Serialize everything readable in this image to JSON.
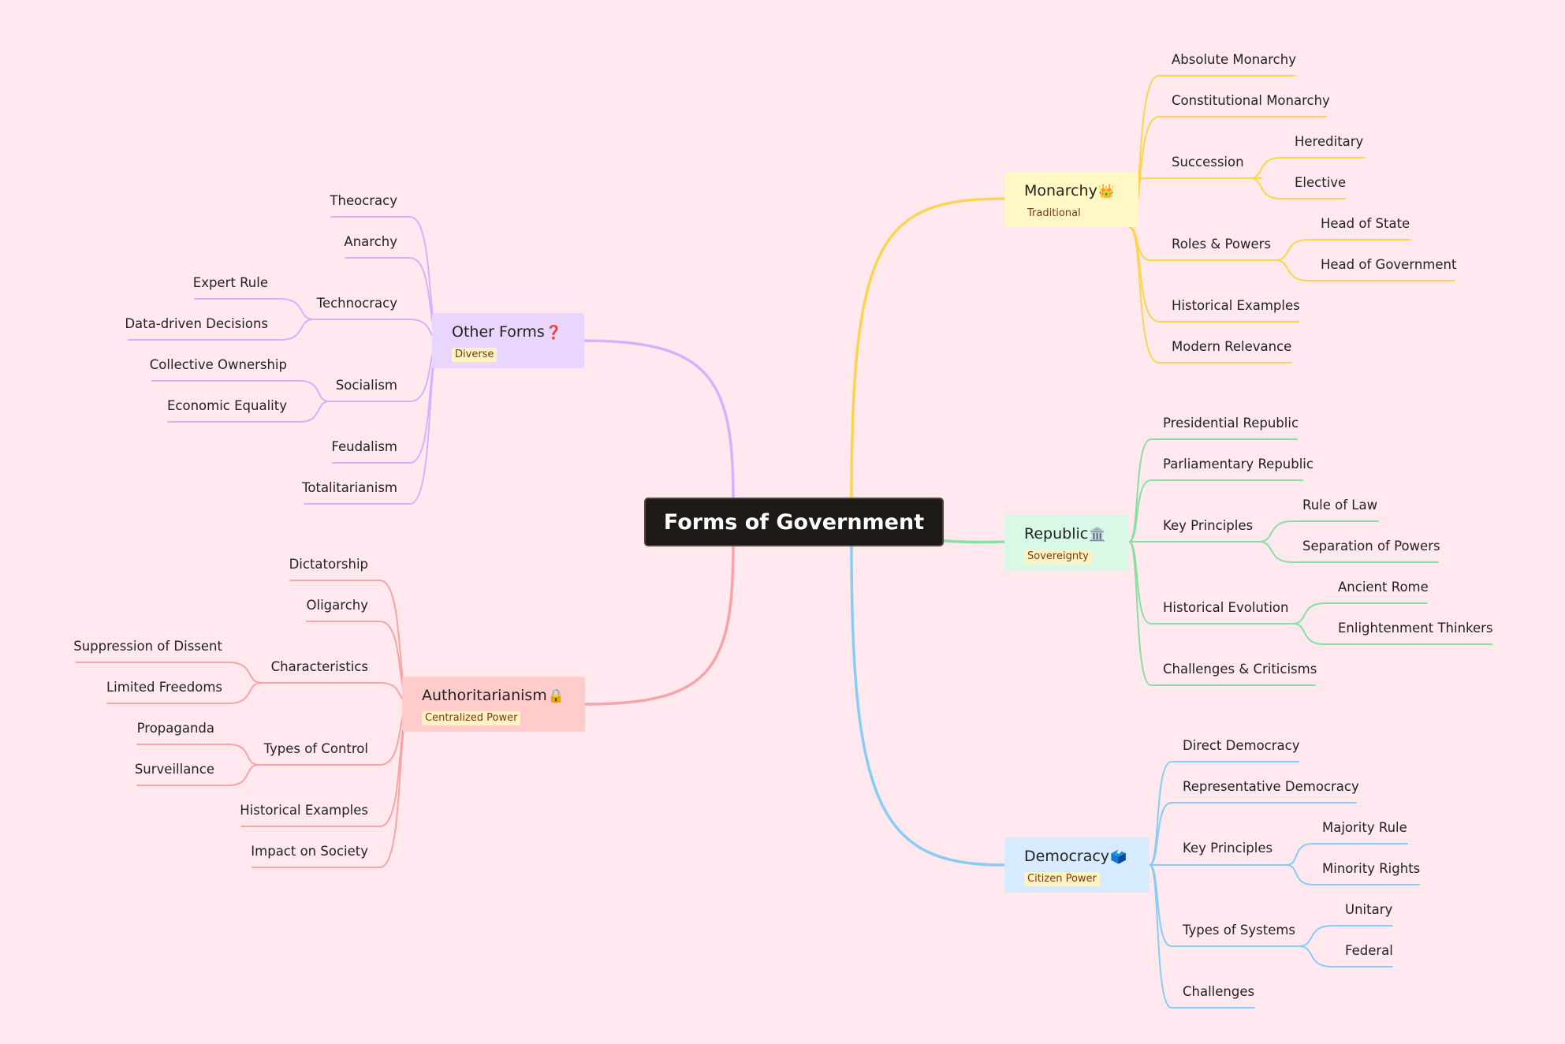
{
  "root": {
    "label": "Forms of Government"
  },
  "branches": {
    "monarchy": {
      "label": "Monarchy",
      "icon": "👑",
      "tag": "Traditional",
      "color": "#fbd54d",
      "bg": "#fff8c5",
      "items": {
        "absolute": "Absolute Monarchy",
        "constitutional": "Constitutional Monarchy",
        "succession": "Succession",
        "hereditary": "Hereditary",
        "elective": "Elective",
        "roles": "Roles & Powers",
        "head_state": "Head of State",
        "head_gov": "Head of Government",
        "historical": "Historical Examples",
        "modern": "Modern Relevance"
      }
    },
    "republic": {
      "label": "Republic",
      "icon": "🏛️",
      "tag": "Sovereignty",
      "color": "#86e0a3",
      "bg": "#d7f9e5",
      "items": {
        "presidential": "Presidential Republic",
        "parliamentary": "Parliamentary Republic",
        "principles": "Key Principles",
        "rule_law": "Rule of Law",
        "separation": "Separation of Powers",
        "evolution": "Historical Evolution",
        "rome": "Ancient Rome",
        "enlightenment": "Enlightenment Thinkers",
        "challenges": "Challenges & Criticisms"
      }
    },
    "democracy": {
      "label": "Democracy",
      "icon": "🗳️",
      "tag": "Citizen Power",
      "color": "#86cdf5",
      "bg": "#d8eafd",
      "items": {
        "direct": "Direct Democracy",
        "representative": "Representative Democracy",
        "principles": "Key Principles",
        "majority": "Majority Rule",
        "minority": "Minority Rights",
        "systems": "Types of Systems",
        "unitary": "Unitary",
        "federal": "Federal",
        "challenges": "Challenges"
      }
    },
    "other": {
      "label": "Other Forms",
      "icon": "❓",
      "tag": "Diverse",
      "color": "#d5b2fb",
      "bg": "#ead5fd",
      "items": {
        "theocracy": "Theocracy",
        "anarchy": "Anarchy",
        "technocracy": "Technocracy",
        "expert": "Expert Rule",
        "data_driven": "Data-driven Decisions",
        "socialism": "Socialism",
        "collective": "Collective Ownership",
        "equality": "Economic Equality",
        "feudalism": "Feudalism",
        "totalitarianism": "Totalitarianism"
      }
    },
    "authoritarianism": {
      "label": "Authoritarianism",
      "icon": "🔒",
      "tag": "Centralized Power",
      "color": "#f8a4a6",
      "bg": "#ffcccc",
      "items": {
        "dictatorship": "Dictatorship",
        "oligarchy": "Oligarchy",
        "characteristics": "Characteristics",
        "suppression": "Suppression of Dissent",
        "limited": "Limited Freedoms",
        "control": "Types of Control",
        "propaganda": "Propaganda",
        "surveillance": "Surveillance",
        "historical": "Historical Examples",
        "impact": "Impact on Society"
      }
    }
  }
}
